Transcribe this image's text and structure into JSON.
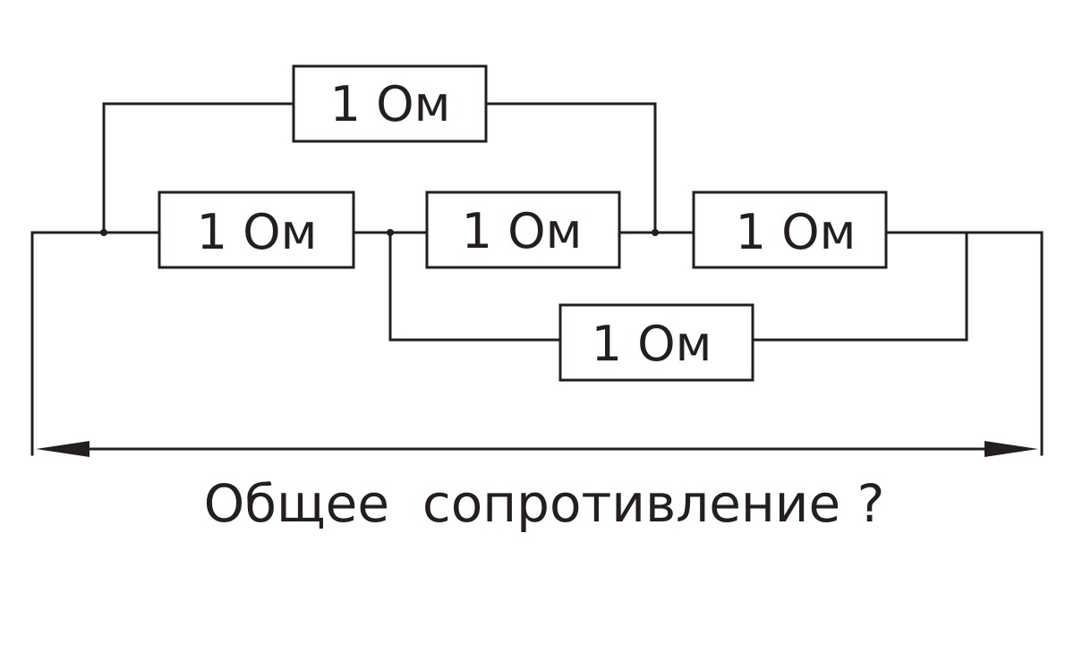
{
  "resistors": [
    {
      "id": "top",
      "label": "1 Ом"
    },
    {
      "id": "left",
      "label": "1 Ом"
    },
    {
      "id": "middle",
      "label": "1 Ом"
    },
    {
      "id": "right",
      "label": "1 Ом"
    },
    {
      "id": "bottom",
      "label": "1 Ом"
    }
  ],
  "caption": "Общее  сопротивление ?",
  "colors": {
    "ink": "#231f20",
    "background": "#ffffff"
  }
}
